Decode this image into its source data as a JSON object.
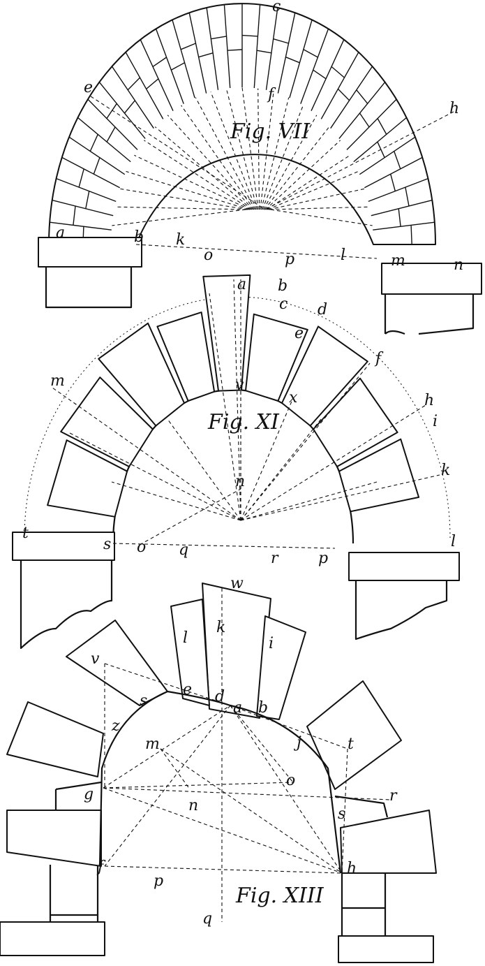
{
  "figures": [
    {
      "title": "Fig. VII",
      "labels": [
        "c",
        "e",
        "f",
        "h",
        "a",
        "b",
        "k",
        "o",
        "p",
        "l",
        "m",
        "n"
      ]
    },
    {
      "title": "Fig. XI",
      "labels": [
        "a",
        "b",
        "c",
        "d",
        "e",
        "f",
        "m",
        "v",
        "x",
        "h",
        "i",
        "n",
        "k",
        "t",
        "s",
        "o",
        "q",
        "r",
        "p",
        "l"
      ]
    },
    {
      "title": "Fig. XIII",
      "labels": [
        "w",
        "k",
        "l",
        "i",
        "v",
        "s",
        "e",
        "d",
        "a",
        "b",
        "t",
        "z",
        "m",
        "j",
        "o",
        "g",
        "n",
        "r",
        "s",
        "f",
        "p",
        "h",
        "q"
      ]
    }
  ]
}
